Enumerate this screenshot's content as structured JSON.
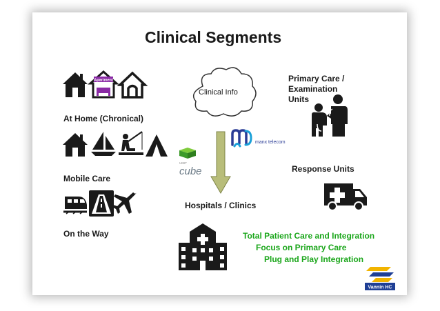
{
  "title": "Clinical Segments",
  "cloud_label": "Clinical Info",
  "left": {
    "home": "At Home (Chronical)",
    "mobile": "Mobile Care",
    "way": "On the Way"
  },
  "apartment_sign": "Apartment",
  "logos": {
    "manx": "manx telecom",
    "cube_small": "UMIT",
    "cube": "cube"
  },
  "center": {
    "hospitals": "Hospitals / Clinics"
  },
  "right": {
    "primary_care_lines": [
      "Primary Care /",
      "Examination",
      "Units"
    ],
    "response": "Response Units"
  },
  "green_lines": [
    "Total Patient Care and Integration",
    "Focus on Primary Care",
    "Plug and Play Integration"
  ],
  "brand": "Vannin HC",
  "colors": {
    "text": "#1a1a1a",
    "green": "#1aa61a",
    "arrow": "#b8bd7a",
    "cloud_border": "#333333",
    "brand_blue": "#1f3f95",
    "brand_yellow": "#f2b400",
    "apartment_purple": "#8a2aa5"
  }
}
